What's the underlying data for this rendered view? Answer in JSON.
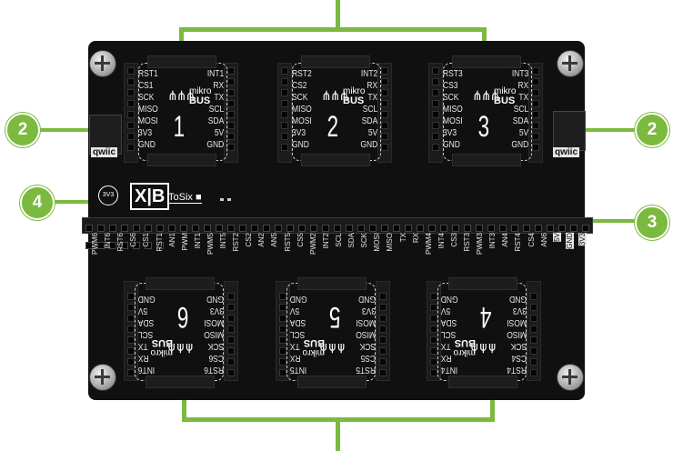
{
  "callouts": {
    "c2_left": "2",
    "c2_right": "2",
    "c3": "3",
    "c4": "4"
  },
  "qwiic": {
    "left": "qwiic",
    "right": "qwiic"
  },
  "board": {
    "brand": "X|B",
    "tosix": "ToSix",
    "vlabel": "3V3"
  },
  "sockets_top": [
    {
      "num": "1",
      "left": [
        "RST1",
        "CS1",
        "SCK",
        "MISO",
        "MOSI",
        "3V3",
        "GND"
      ],
      "right": [
        "INT1",
        "RX",
        "TX",
        "SCL",
        "SDA",
        "5V",
        "GND"
      ]
    },
    {
      "num": "2",
      "left": [
        "RST2",
        "CS2",
        "SCK",
        "MISO",
        "MOSI",
        "3V3",
        "GND"
      ],
      "right": [
        "INT2",
        "RX",
        "TX",
        "SCL",
        "SDA",
        "5V",
        "GND"
      ]
    },
    {
      "num": "3",
      "left": [
        "RST3",
        "CS3",
        "SCK",
        "MISO",
        "MOSI",
        "3V3",
        "GND"
      ],
      "right": [
        "INT3",
        "RX",
        "TX",
        "SCL",
        "SDA",
        "5V",
        "GND"
      ]
    }
  ],
  "sockets_bottom": [
    {
      "num": "6",
      "left": [
        "RST6",
        "CS6",
        "SCK",
        "MISO",
        "MOSI",
        "3V3",
        "GND"
      ],
      "right": [
        "INT6",
        "RX",
        "TX",
        "SCL",
        "SDA",
        "5V",
        "GND"
      ]
    },
    {
      "num": "5",
      "left": [
        "RST5",
        "CS5",
        "SCK",
        "MISO",
        "MOSI",
        "3V3",
        "GND"
      ],
      "right": [
        "INT5",
        "RX",
        "TX",
        "SCL",
        "SDA",
        "5V",
        "GND"
      ]
    },
    {
      "num": "4",
      "left": [
        "RST4",
        "CS4",
        "SCK",
        "MISO",
        "MOSI",
        "3V3",
        "GND"
      ],
      "right": [
        "INT4",
        "RX",
        "TX",
        "SCL",
        "SDA",
        "5V",
        "GND"
      ]
    }
  ],
  "mikrobus": {
    "m": "mikro",
    "b": "BUS"
  },
  "header_labels": [
    "PWM6",
    "INT6",
    "RST6",
    "CS6",
    "CS1",
    "RST1",
    "AN1",
    "PWM",
    "INT1",
    "PWM5",
    "INT5",
    "RST2",
    "CS2",
    "AN2",
    "AN5",
    "RST5",
    "CS5",
    "PWM2",
    "INT2",
    "SCL",
    "SDA",
    "SCK",
    "MOSI",
    "MISO",
    "TX",
    "RX",
    "PWM4",
    "INT4",
    "CS3",
    "RST3",
    "PWM3",
    "INT3",
    "AN4",
    "RST4",
    "CS4",
    "AN6",
    "5V",
    "GND",
    "3V3"
  ],
  "header_highlight": [
    "5V",
    "GND",
    "3V3"
  ],
  "colors": {
    "accent": "#7bb93f",
    "board": "#101010"
  }
}
